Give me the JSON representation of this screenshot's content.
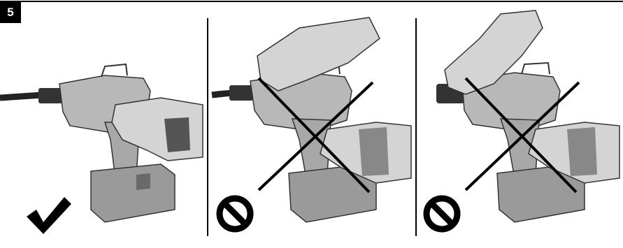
{
  "figure": {
    "number": "5"
  },
  "panels": [
    {
      "verdict": "correct",
      "marker_icon": "checkmark-icon",
      "cross_icon": "none"
    },
    {
      "verdict": "incorrect",
      "marker_icon": "prohibited-icon",
      "cross_icon": "x-cross-icon"
    },
    {
      "verdict": "incorrect",
      "marker_icon": "prohibited-icon",
      "cross_icon": "x-cross-icon"
    }
  ],
  "colors": {
    "ink": "#000000",
    "tool_body": "#b8b8b8",
    "glove": "#d4d4d4",
    "battery": "#9a9a9a"
  }
}
